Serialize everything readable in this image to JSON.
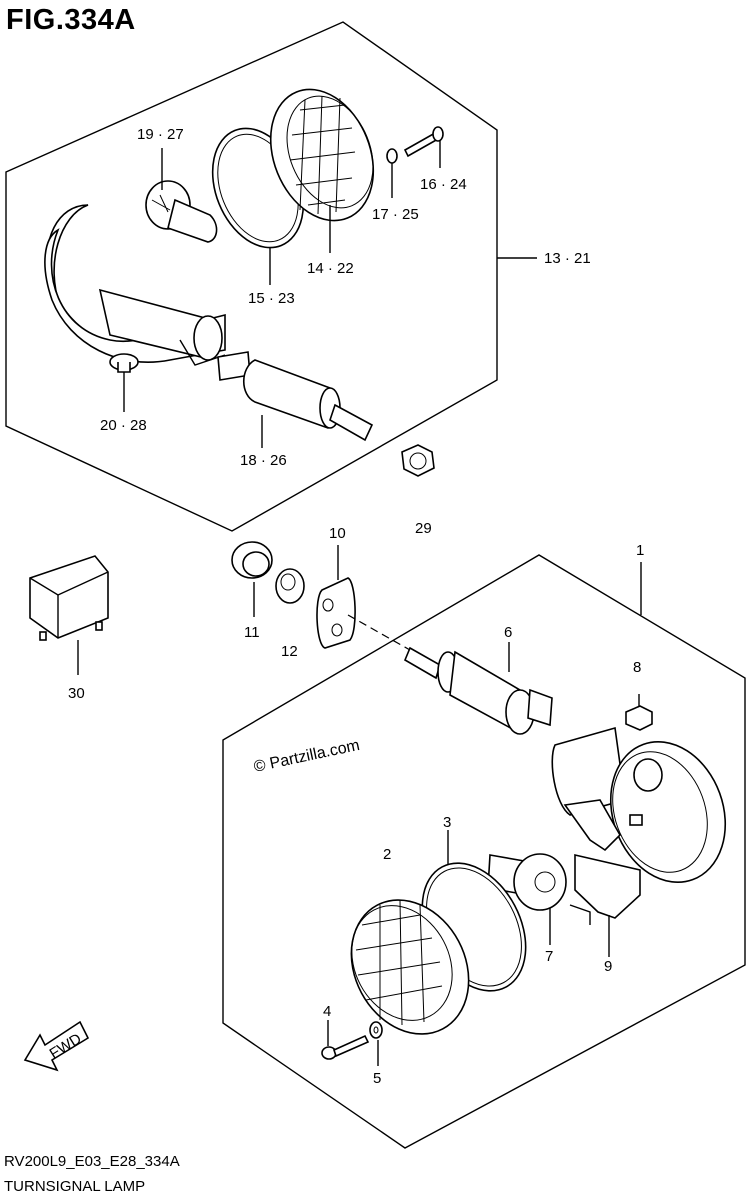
{
  "figure": {
    "title": "FIG.334A",
    "code": "RV200L9_E03_E28_334A",
    "caption": "TURNSIGNAL LAMP",
    "watermark": "© Partzilla.com",
    "direction_label": "FWD"
  },
  "callouts": {
    "c19_27": "19 · 27",
    "c16_24": "16 · 24",
    "c17_25": "17 · 25",
    "c14_22": "14 · 22",
    "c13_21": "13 · 21",
    "c15_23": "15 · 23",
    "c20_28": "20 · 28",
    "c18_26": "18 · 26",
    "c29": "29",
    "c10": "10",
    "c1": "1",
    "c11": "11",
    "c12": "12",
    "c30": "30",
    "c6": "6",
    "c8": "8",
    "c3": "3",
    "c2": "2",
    "c7": "7",
    "c9": "9",
    "c4": "4",
    "c5": "5"
  }
}
